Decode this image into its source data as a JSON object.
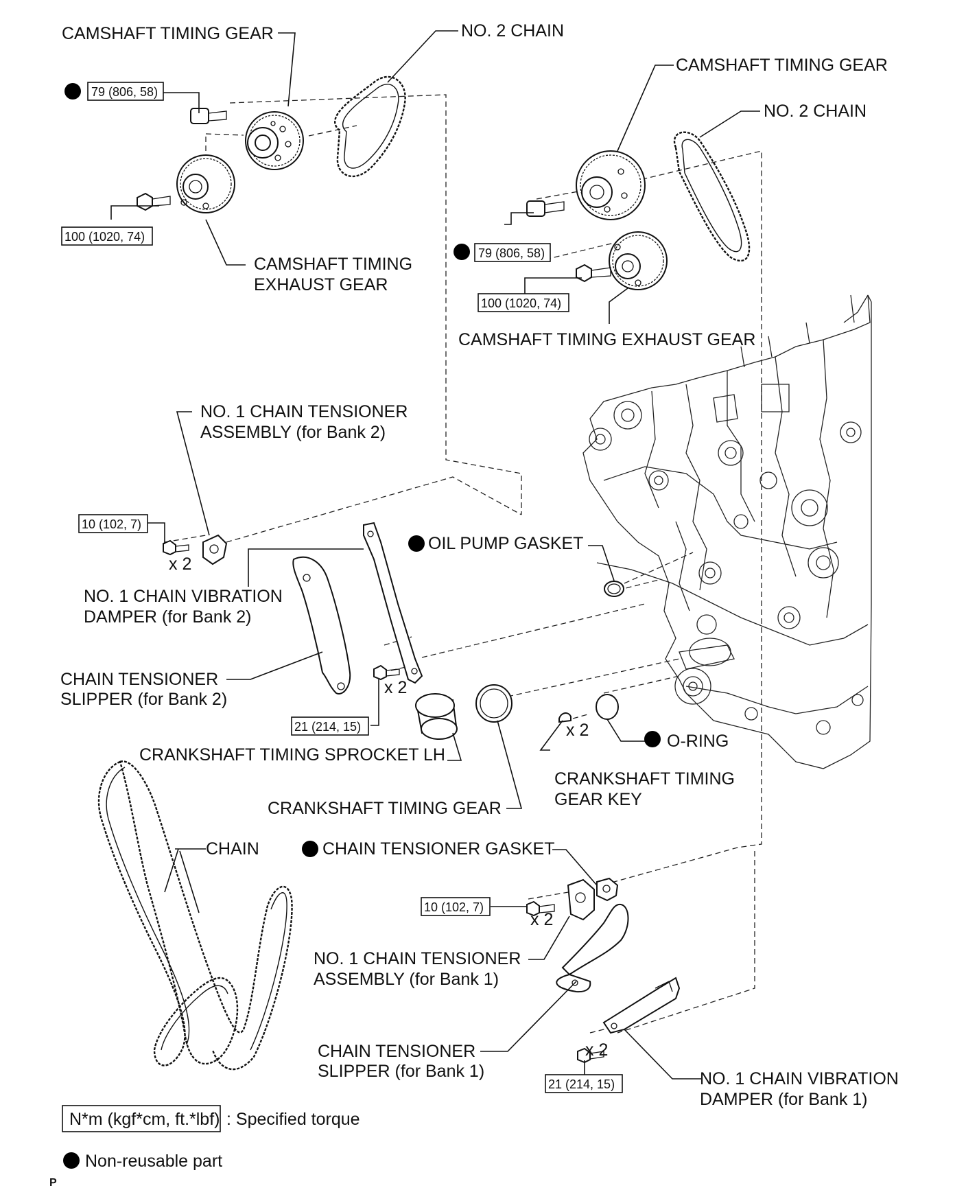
{
  "labels": {
    "camshaft_timing_gear_1": "CAMSHAFT TIMING GEAR",
    "no2_chain_1": "NO. 2 CHAIN",
    "camshaft_timing_gear_2": "CAMSHAFT TIMING GEAR",
    "no2_chain_2": "NO. 2 CHAIN",
    "cam_exhaust_gear_1_line1": "CAMSHAFT TIMING",
    "cam_exhaust_gear_1_line2": "EXHAUST GEAR",
    "cam_exhaust_gear_2": "CAMSHAFT TIMING EXHAUST GEAR",
    "tensioner_bank2_line1": "NO. 1 CHAIN TENSIONER",
    "tensioner_bank2_line2": "ASSEMBLY (for Bank 2)",
    "damper_bank2_line1": "NO. 1 CHAIN VIBRATION",
    "damper_bank2_line2": "DAMPER (for Bank 2)",
    "oil_pump_gasket": "OIL PUMP GASKET",
    "slipper_bank2_line1": "CHAIN TENSIONER",
    "slipper_bank2_line2": "SLIPPER (for Bank 2)",
    "sprocket_lh": "CRANKSHAFT TIMING SPROCKET LH",
    "o_ring": "O-RING",
    "crank_key_line1": "CRANKSHAFT TIMING",
    "crank_key_line2": "GEAR KEY",
    "crank_gear": "CRANKSHAFT TIMING GEAR",
    "chain": "CHAIN",
    "tensioner_gasket": "CHAIN TENSIONER GASKET",
    "tensioner_bank1_line1": "NO. 1 CHAIN TENSIONER",
    "tensioner_bank1_line2": "ASSEMBLY (for Bank 1)",
    "slipper_bank1_line1": "CHAIN TENSIONER",
    "slipper_bank1_line2": "SLIPPER (for Bank 1)",
    "damper_bank1_line1": "NO. 1 CHAIN VIBRATION",
    "damper_bank1_line2": "DAMPER (for Bank 1)"
  },
  "torques": {
    "cam_bolt_1": "79 (806, 58)",
    "exhaust_bolt_1": "100 (1020, 74)",
    "cam_bolt_2": "79 (806, 58)",
    "exhaust_bolt_2": "100 (1020, 74)",
    "tensioner_bank2": "10 (102, 7)",
    "damper_bank2": "21 (214, 15)",
    "tensioner_bank1": "10 (102, 7)",
    "damper_bank1": "21 (214, 15)"
  },
  "quantities": {
    "tensioner_bank2": "x 2",
    "damper_bank2": "x 2",
    "crank_key": "x 2",
    "tensioner_bank1": "x 2",
    "damper_bank1": "x 2"
  },
  "legend": {
    "torque_box": "N*m (kgf*cm, ft.*lbf)",
    "torque_text": ": Specified torque",
    "nonreusable_text": "Non-reusable part"
  },
  "footer_mark": "P"
}
